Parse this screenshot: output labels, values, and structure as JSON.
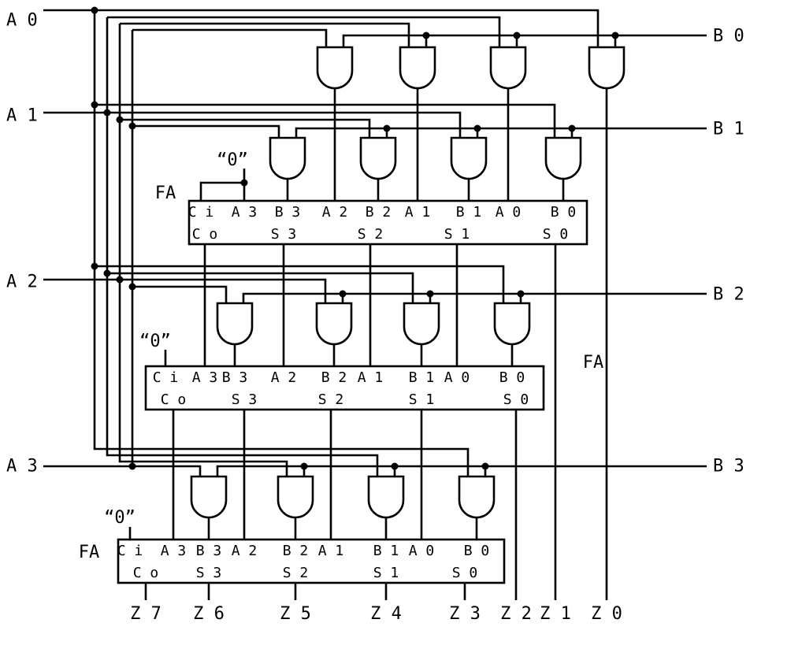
{
  "left_inputs": [
    "A 0",
    "A 1",
    "A 2",
    "A 3"
  ],
  "right_inputs": [
    "B 0",
    "B 1",
    "B 2",
    "B 3"
  ],
  "outputs": [
    "Z 7",
    "Z 6",
    "Z 5",
    "Z 4",
    "Z 3",
    "Z 2",
    "Z 1",
    "Z 0"
  ],
  "constants": {
    "zero": "“0”"
  },
  "adder": {
    "name": "FA",
    "ports_top": [
      "C i",
      "A 3",
      "B 3",
      "A 2",
      "B 2",
      "A 1",
      "B 1",
      "A 0",
      "B 0"
    ],
    "ports_bottom": [
      "C o",
      "S 3",
      "S 2",
      "S 1",
      "S 0"
    ]
  }
}
